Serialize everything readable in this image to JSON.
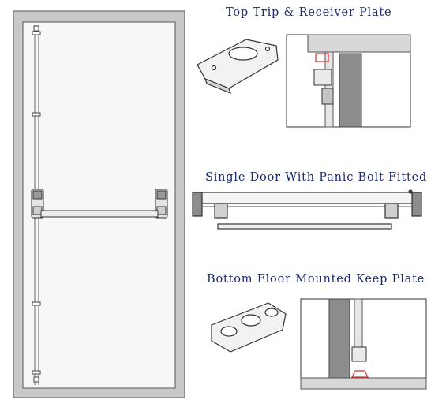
{
  "captions": {
    "top_trip": "Top Trip & Receiver Plate",
    "single_door": "Single Door With Panic Bolt Fitted",
    "bottom_plate": "Bottom Floor Mounted Keep Plate"
  },
  "colors": {
    "caption_text": "#1a2a6e",
    "door_frame": "#c8c8c8",
    "outline": "#333333",
    "dark_gray": "#8c8c8c",
    "highlight_red": "#d9302c"
  }
}
